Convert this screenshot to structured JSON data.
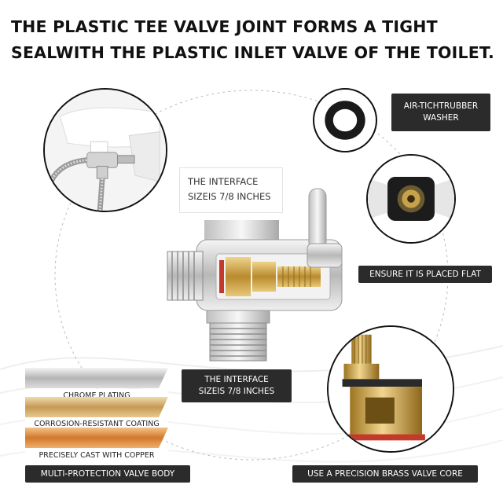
{
  "headline": {
    "line1": "THE PLASTIC TEE VALVE JOINT FORMS A TIGHT",
    "line2": "SEALWITH THE PLASTIC INLET VALVE OF THE TOILET."
  },
  "labels": {
    "washer": {
      "line1": "AIR-TICHTRUBBER",
      "line2": "WASHER"
    },
    "interface_top": {
      "line1": "THE INTERFACE",
      "line2": "SIZEIS 7/8 INCHES"
    },
    "placed_flat": "ENSURE IT IS PLACED FLAT",
    "interface_bottom": {
      "line1": "THE INTERFACE",
      "line2": "SIZEIS 7/8 INCHES"
    },
    "valve_body": "MULTI-PROTECTION VALVE BODY",
    "valve_core": "USE A PRECISION BRASS VALVE CORE"
  },
  "layers": [
    {
      "label": "CHROME PLATING",
      "color": "#c8c8c8"
    },
    {
      "label": "CORROSION-RESISTANT COATING",
      "color": "#d9b27a"
    },
    {
      "label": "PRECISELY CAST WITH COPPER",
      "color": "#d98a3a"
    }
  ],
  "colors": {
    "label_bg": "#2b2b2b",
    "headline": "#111111",
    "chrome": "#d7d7d7",
    "brass": "#c99a3c"
  },
  "icons": [
    "toilet-connection-photo",
    "rubber-washer-icon",
    "valve-inlet-photo",
    "brass-cartridge-photo",
    "tee-valve-photo"
  ]
}
